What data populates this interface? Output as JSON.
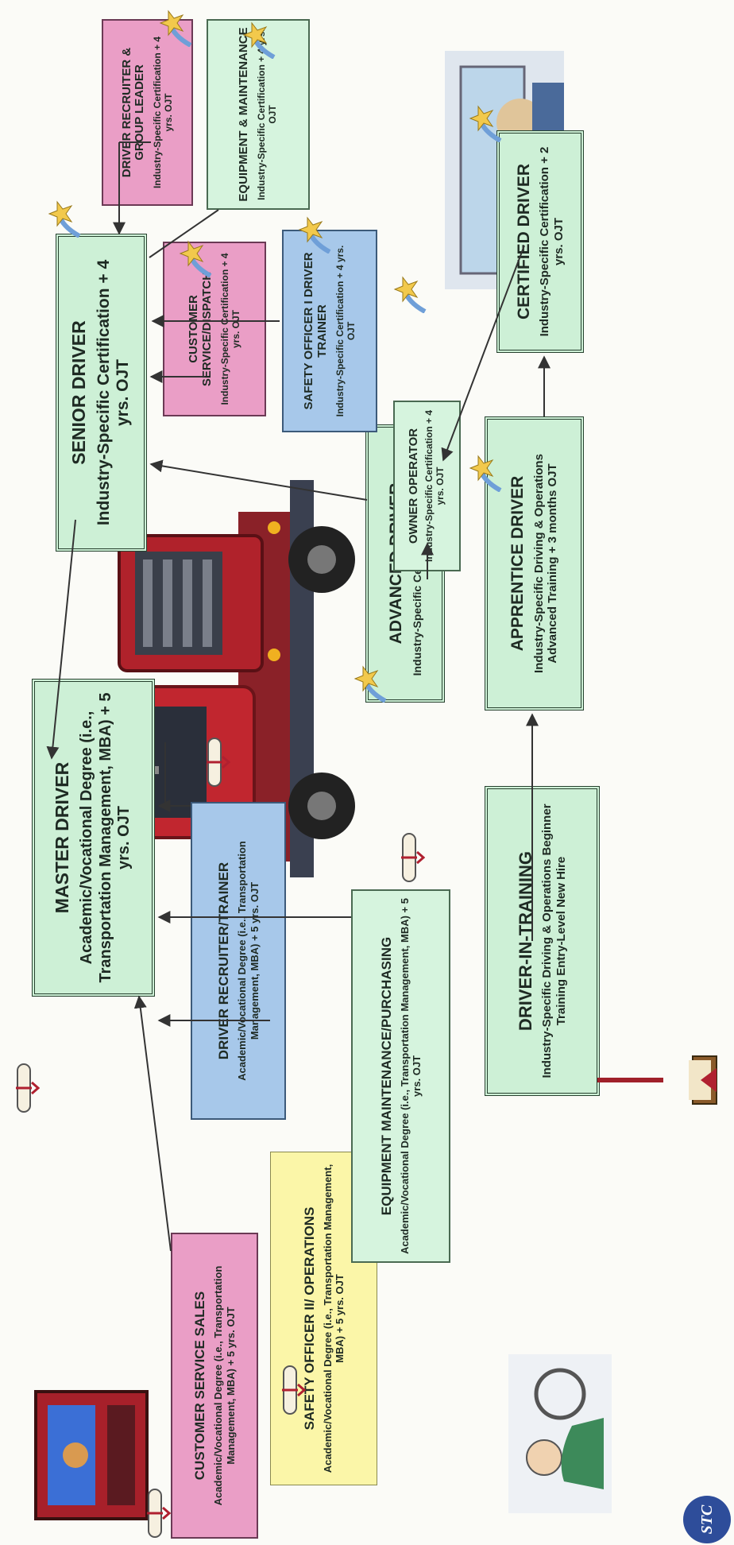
{
  "boxes": {
    "master_driver": {
      "title": "MASTER DRIVER",
      "text": "Academic/Vocational Degree (i.e., Transportation Management, MBA) + 5 yrs. OJT"
    },
    "senior_driver": {
      "title": "SENIOR DRIVER",
      "text": "Industry-Specific Certification + 4 yrs. OJT"
    },
    "customer_service_sales": {
      "title": "CUSTOMER SERVICE SALES",
      "text": "Academic/Vocational Degree (i.e., Transportation Management, MBA) + 5 yrs. OJT"
    },
    "safety_officer_ii": {
      "title": "SAFETY OFFICER II/ OPERATIONS",
      "text": "Academic/Vocational Degree (i.e., Transportation Management, MBA) + 5 yrs. OJT"
    },
    "driver_recruiter_trainer": {
      "title": "DRIVER RECRUITER/TRAINER",
      "text": "Academic/Vocational Degree (i.e., Transportation Management, MBA) + 5 yrs. OJT"
    },
    "equipment_maintenance_purchasing": {
      "title": "EQUIPMENT MAINTENANCE/PURCHASING",
      "text": "Academic/Vocational Degree (i.e., Transportation Management, MBA) + 5 yrs. OJT"
    },
    "driver_in_training": {
      "title": "DRIVER-IN-TRAINING",
      "text": "Industry-Specific Driving & Operations Beginner Training Entry-Level New Hire"
    },
    "apprentice_driver": {
      "title": "APPRENTICE DRIVER",
      "text": "Industry-Specific Driving & Operations Advanced Training + 3 months OJT"
    },
    "advanced_driver": {
      "title": "ADVANCED DRIVER",
      "text": "Industry-Specific Certification + 3 yrs. OJT"
    },
    "certified_driver": {
      "title": "CERTIFIED DRIVER",
      "text": "Industry-Specific Certification + 2 yrs. OJT"
    },
    "owner_operator": {
      "title": "OWNER OPERATOR",
      "text": "Industry-Specific Certification + 4 yrs. OJT"
    },
    "safety_officer_i": {
      "title": "SAFETY OFFICER I DRIVER TRAINER",
      "text": "Industry-Specific Certification + 4 yrs. OJT"
    },
    "customer_service_dispatch": {
      "title": "CUSTOMER SERVICE/DISPATCH",
      "text": "Industry-Specific Certification + 4 yrs. OJT"
    },
    "equipment_maintenance": {
      "title": "EQUIPMENT & MAINTENANCE",
      "text": "Industry-Specific Certification + 4 yrs. OJT"
    },
    "driver_recruiter_group_leader": {
      "title": "DRIVER RECRUITER & GROUP LEADER",
      "text": "Industry-Specific Certification + 4 yrs. OJT"
    }
  },
  "logo_text": "STC",
  "colors": {
    "green_box": "#cdf0d6",
    "pink_box": "#ea9ec6",
    "blue_box": "#a7c8ea",
    "yellow_box": "#fbf6a8",
    "star": "#f2c94c",
    "ribbon": "#6f9fd8"
  },
  "icons": [
    "star-ribbon-icon",
    "diploma-scroll-icon",
    "book-icon",
    "truck-illustration"
  ]
}
